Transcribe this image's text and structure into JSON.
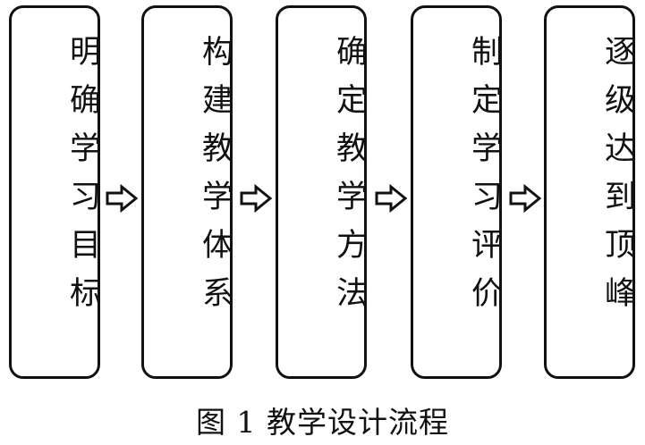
{
  "steps": [
    {
      "label": "明确学习目标"
    },
    {
      "label": "构建教学体系"
    },
    {
      "label": "确定教学方法"
    },
    {
      "label": "制定学习评价"
    },
    {
      "label": "逐级达到顶峰"
    }
  ],
  "caption": "图 1  教学设计流程"
}
